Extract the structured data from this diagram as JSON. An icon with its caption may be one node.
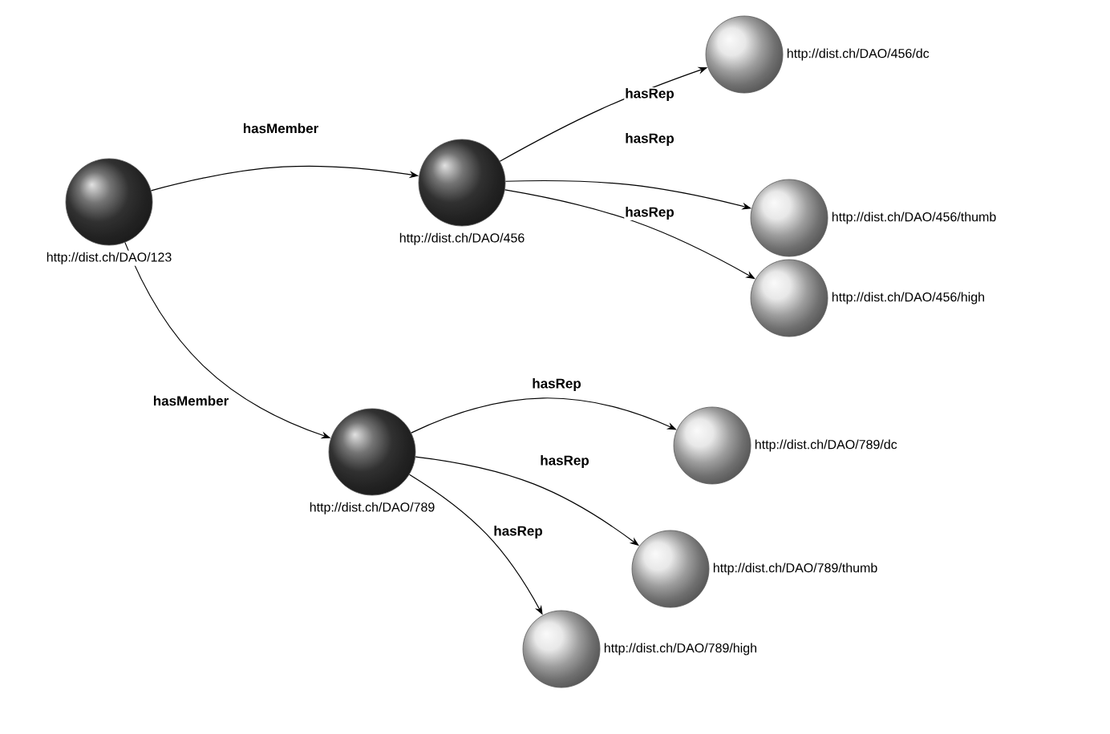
{
  "diagram": {
    "nodes": [
      {
        "text": [],
        "shape": "circle",
        "beside": [
          "http://dist.ch/DAO/123"
        ]
      },
      {
        "text": [],
        "shape": "circle",
        "beside": [
          "http://dist.ch/DAO/456"
        ]
      },
      {
        "text": [],
        "shape": "circle",
        "beside": [
          "http://dist.ch/DAO/789"
        ]
      },
      {
        "text": [],
        "shape": "circle",
        "beside": [
          "http://dist.ch/DAO/456/dc"
        ]
      },
      {
        "text": [],
        "shape": "circle",
        "beside": [
          "http://dist.ch/DAO/456/thumb"
        ]
      },
      {
        "text": [],
        "shape": "circle",
        "beside": [
          "http://dist.ch/DAO/456/high"
        ]
      },
      {
        "text": [],
        "shape": "circle",
        "beside": [
          "http://dist.ch/DAO/789/dc"
        ]
      },
      {
        "text": [],
        "shape": "circle",
        "beside": [
          "http://dist.ch/DAO/789/thumb"
        ]
      },
      {
        "text": [],
        "shape": "circle",
        "beside": [
          "http://dist.ch/DAO/789/high"
        ]
      }
    ],
    "edges": [
      {
        "from": 0,
        "to": 1,
        "arrow": "to",
        "label": "hasMember"
      },
      {
        "from": 1,
        "to": 3,
        "arrow": "to",
        "label": "hasRep"
      },
      {
        "from": 1,
        "to": 4,
        "arrow": "to",
        "label": "hasRep"
      },
      {
        "from": 1,
        "to": 5,
        "arrow": "to",
        "label": "hasRep"
      },
      {
        "from": 0,
        "to": 2,
        "arrow": "to",
        "label": "hasMember"
      },
      {
        "from": 2,
        "to": 6,
        "arrow": "to",
        "label": "hasRep"
      },
      {
        "from": 2,
        "to": 7,
        "arrow": "to",
        "label": "hasRep"
      },
      {
        "from": 2,
        "to": 8,
        "arrow": "to",
        "label": "hasRep"
      }
    ]
  }
}
